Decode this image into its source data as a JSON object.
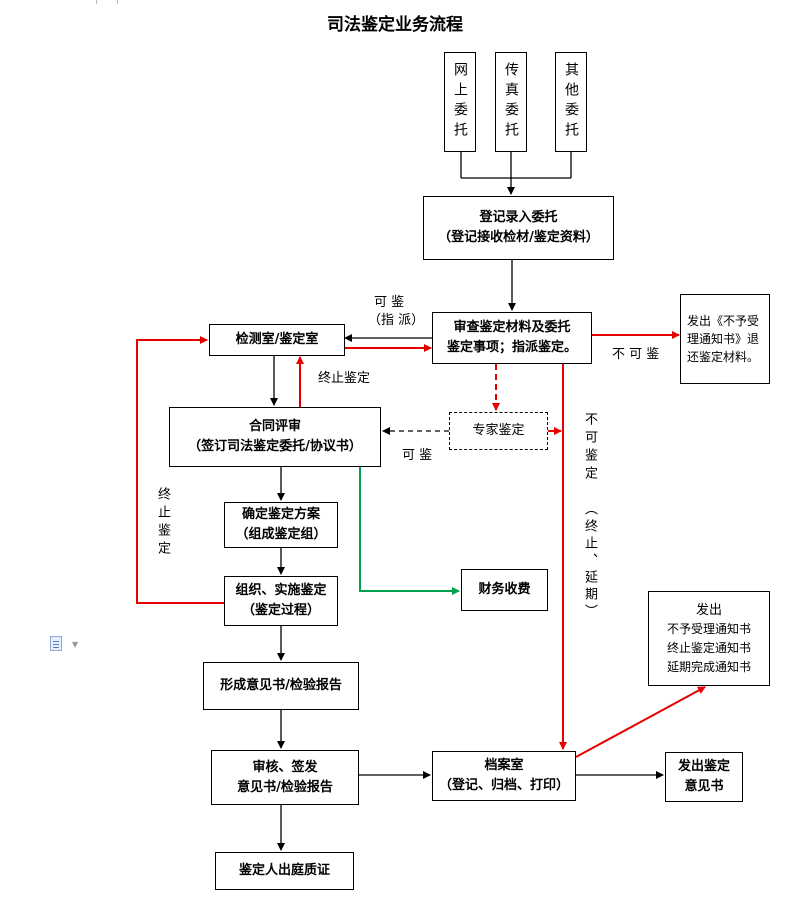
{
  "title": "司法鉴定业务流程",
  "colors": {
    "red": "#e60000",
    "green": "#00a050",
    "black": "#000000"
  },
  "icons": [
    "document-icon",
    "dropdown-caret-icon"
  ],
  "nodes": {
    "online": "网上委托",
    "fax": "传真委托",
    "other": "其他委托",
    "register_l1": "登记录入委托",
    "register_l2": "（登记接收检材/鉴定资料）",
    "review_l1": "审查鉴定材料及委托",
    "review_l2": "鉴定事项；指派鉴定。",
    "reject_notice": "发出《不予受理通知书》退还鉴定材料。",
    "lab": "检测室/鉴定室",
    "contract_l1": "合同评审",
    "contract_l2": "（签订司法鉴定委托/协议书）",
    "expert": "专家鉴定",
    "plan_l1": "确定鉴定方案",
    "plan_l2": "（组成鉴定组）",
    "implement_l1": "组织、实施鉴定",
    "implement_l2": "（鉴定过程）",
    "finance": "财务收费",
    "opinion": "形成意见书/检验报告",
    "sign_l1": "审核、签发",
    "sign_l2": "意见书/检验报告",
    "archive_l1": "档案室",
    "archive_l2": "（登记、归档、打印）",
    "issue": "发出鉴定意见书",
    "notices_l1": "发出",
    "notices_l2": "不予受理通知书",
    "notices_l3": "终止鉴定通知书",
    "notices_l4": "延期完成通知书",
    "court": "鉴定人出庭质证"
  },
  "labels": {
    "can_assign_l1": "可 鉴",
    "can_assign_l2": "（指 派）",
    "cannot": "不 可 鉴",
    "terminate_top": "终止鉴定",
    "can": "可 鉴",
    "terminate_left": "终止鉴定",
    "cannot_vertical": "不可鉴定",
    "terminate_delay": "（终止、延期）"
  }
}
